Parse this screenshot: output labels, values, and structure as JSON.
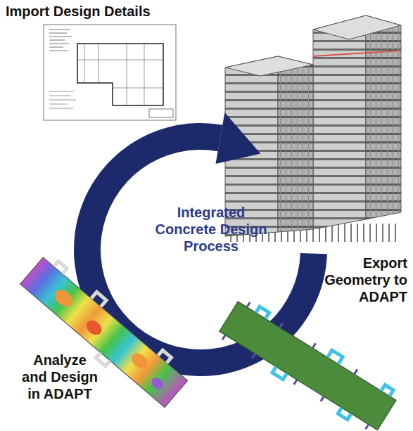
{
  "diagram": {
    "nodes": [
      {
        "text": [
          "Import Design Details"
        ]
      },
      {
        "text": [
          "Export Geometry to ADAPT"
        ]
      },
      {
        "text": [
          "Analyze and Design in ADAPT"
        ]
      }
    ],
    "labels": [
      "Integrated Concrete Design Process"
    ]
  }
}
